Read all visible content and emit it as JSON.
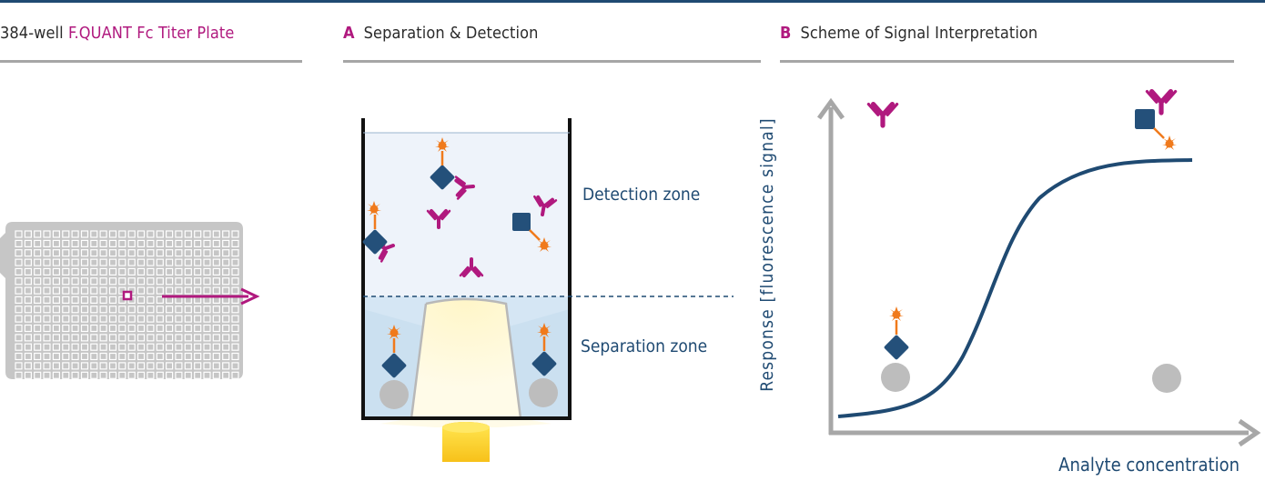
{
  "panel_plate": {
    "title_prefix": "384-well ",
    "title_highlight": "F.QUANT Fc Titer Plate"
  },
  "panel_a": {
    "letter": "A",
    "title": "Separation & Detection",
    "detection_label": "Detection zone",
    "separation_label": "Separation zone"
  },
  "panel_b": {
    "letter": "B",
    "title": "Scheme of Signal Interpretation",
    "y_axis_label": "Response [fluorescence signal]",
    "x_axis_label": "Analyte concentration"
  },
  "colors": {
    "accent_magenta": "#b0197e",
    "navy": "#1f4a72",
    "marker_orange": "#f07a1c",
    "antigen_blue": "#24507a",
    "bead_gray": "#bdbdbd",
    "axis_gray": "#a7a7a7",
    "top_rule": "#1f4a72"
  },
  "icons": [
    "antibody-icon",
    "antigen-icon",
    "fluorophore-icon",
    "bead-icon",
    "detector-light-icon",
    "arrow-icon"
  ]
}
